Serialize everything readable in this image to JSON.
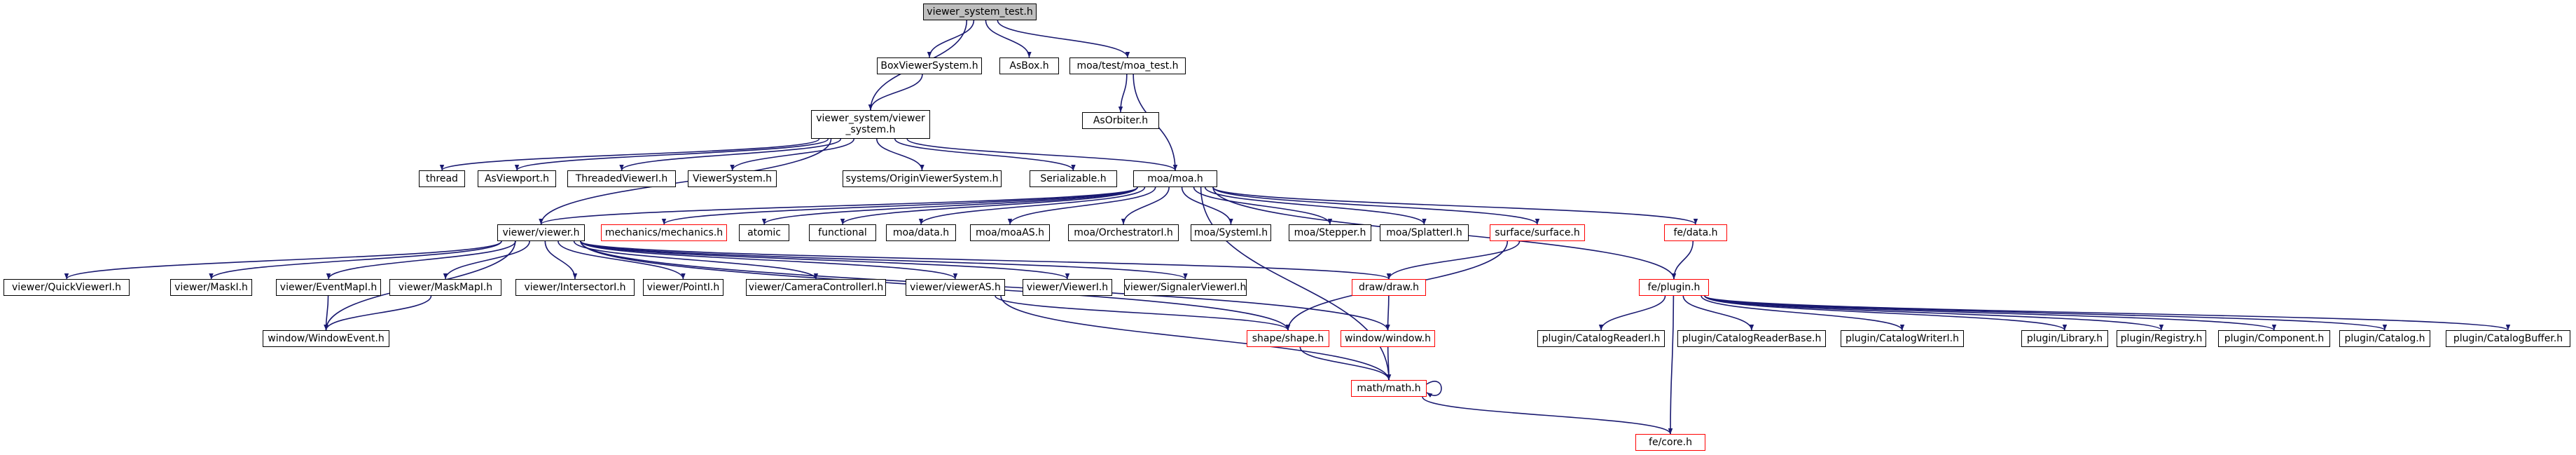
{
  "diagram": {
    "title": "",
    "colors": {
      "edge": "#191970",
      "root_fill": "#bfbfbf",
      "broken_link_border": "#ff0000",
      "external_border": "#bfbfbf"
    },
    "nodes": [
      {
        "id": "viewer_system_test",
        "label": "viewer_system_test.h",
        "kind": "root"
      },
      {
        "id": "BoxViewerSystem",
        "label": "BoxViewerSystem.h",
        "kind": "normal"
      },
      {
        "id": "AsBox",
        "label": "AsBox.h",
        "kind": "normal"
      },
      {
        "id": "moa_test",
        "label": "moa/test/moa_test.h",
        "kind": "normal"
      },
      {
        "id": "AsOrbiter",
        "label": "AsOrbiter.h",
        "kind": "normal"
      },
      {
        "id": "viewer_system",
        "label": "viewer_system/viewer\n_system.h",
        "kind": "normal"
      },
      {
        "id": "thread",
        "label": "thread",
        "kind": "external"
      },
      {
        "id": "AsViewport",
        "label": "AsViewport.h",
        "kind": "normal"
      },
      {
        "id": "ThreadedViewerI",
        "label": "ThreadedViewerI.h",
        "kind": "normal"
      },
      {
        "id": "ViewerSystem",
        "label": "ViewerSystem.h",
        "kind": "normal"
      },
      {
        "id": "OriginViewerSystem",
        "label": "systems/OriginViewerSystem.h",
        "kind": "normal"
      },
      {
        "id": "Serializable",
        "label": "Serializable.h",
        "kind": "normal"
      },
      {
        "id": "moa",
        "label": "moa/moa.h",
        "kind": "normal"
      },
      {
        "id": "viewer",
        "label": "viewer/viewer.h",
        "kind": "normal"
      },
      {
        "id": "mechanics",
        "label": "mechanics/mechanics.h",
        "kind": "red"
      },
      {
        "id": "atomic",
        "label": "atomic",
        "kind": "external"
      },
      {
        "id": "functional",
        "label": "functional",
        "kind": "external"
      },
      {
        "id": "moadata",
        "label": "moa/data.h",
        "kind": "normal"
      },
      {
        "id": "moaAS",
        "label": "moa/moaAS.h",
        "kind": "normal"
      },
      {
        "id": "OrchestratorI",
        "label": "moa/OrchestratorI.h",
        "kind": "normal"
      },
      {
        "id": "SystemI",
        "label": "moa/SystemI.h",
        "kind": "normal"
      },
      {
        "id": "StepperH",
        "label": "moa/Stepper.h",
        "kind": "normal"
      },
      {
        "id": "SplatterI",
        "label": "moa/SplatterI.h",
        "kind": "normal"
      },
      {
        "id": "surface",
        "label": "surface/surface.h",
        "kind": "red"
      },
      {
        "id": "fedata",
        "label": "fe/data.h",
        "kind": "red"
      },
      {
        "id": "QuickViewerI",
        "label": "viewer/QuickViewerI.h",
        "kind": "normal"
      },
      {
        "id": "MaskI",
        "label": "viewer/MaskI.h",
        "kind": "normal"
      },
      {
        "id": "EventMapI",
        "label": "viewer/EventMapI.h",
        "kind": "normal"
      },
      {
        "id": "MaskMapI",
        "label": "viewer/MaskMapI.h",
        "kind": "normal"
      },
      {
        "id": "IntersectorI",
        "label": "viewer/IntersectorI.h",
        "kind": "normal"
      },
      {
        "id": "PointI",
        "label": "viewer/PointI.h",
        "kind": "normal"
      },
      {
        "id": "CameraControllerI",
        "label": "viewer/CameraControllerI.h",
        "kind": "normal"
      },
      {
        "id": "viewerAS",
        "label": "viewer/viewerAS.h",
        "kind": "normal"
      },
      {
        "id": "ViewerI",
        "label": "viewer/ViewerI.h",
        "kind": "normal"
      },
      {
        "id": "SignalerViewerI",
        "label": "viewer/SignalerViewerI.h",
        "kind": "normal"
      },
      {
        "id": "draw",
        "label": "draw/draw.h",
        "kind": "red"
      },
      {
        "id": "plugin",
        "label": "fe/plugin.h",
        "kind": "red"
      },
      {
        "id": "WindowEvent",
        "label": "window/WindowEvent.h",
        "kind": "normal"
      },
      {
        "id": "shape",
        "label": "shape/shape.h",
        "kind": "red"
      },
      {
        "id": "window",
        "label": "window/window.h",
        "kind": "red"
      },
      {
        "id": "CatalogReaderI",
        "label": "plugin/CatalogReaderI.h",
        "kind": "normal"
      },
      {
        "id": "CatalogReaderBase",
        "label": "plugin/CatalogReaderBase.h",
        "kind": "normal"
      },
      {
        "id": "CatalogWriterI",
        "label": "plugin/CatalogWriterI.h",
        "kind": "normal"
      },
      {
        "id": "Library",
        "label": "plugin/Library.h",
        "kind": "normal"
      },
      {
        "id": "Registry",
        "label": "plugin/Registry.h",
        "kind": "normal"
      },
      {
        "id": "Component",
        "label": "plugin/Component.h",
        "kind": "normal"
      },
      {
        "id": "Catalog",
        "label": "plugin/Catalog.h",
        "kind": "normal"
      },
      {
        "id": "CatalogBuffer",
        "label": "plugin/CatalogBuffer.h",
        "kind": "normal"
      },
      {
        "id": "math",
        "label": "math/math.h",
        "kind": "red"
      },
      {
        "id": "fecore",
        "label": "fe/core.h",
        "kind": "red"
      }
    ],
    "edges": [
      [
        "viewer_system_test",
        "BoxViewerSystem"
      ],
      [
        "viewer_system_test",
        "AsBox"
      ],
      [
        "viewer_system_test",
        "moa_test"
      ],
      [
        "viewer_system_test",
        "viewer_system"
      ],
      [
        "BoxViewerSystem",
        "viewer_system"
      ],
      [
        "moa_test",
        "AsOrbiter"
      ],
      [
        "moa_test",
        "moa"
      ],
      [
        "viewer_system",
        "thread"
      ],
      [
        "viewer_system",
        "AsViewport"
      ],
      [
        "viewer_system",
        "ThreadedViewerI"
      ],
      [
        "viewer_system",
        "ViewerSystem"
      ],
      [
        "viewer_system",
        "OriginViewerSystem"
      ],
      [
        "viewer_system",
        "Serializable"
      ],
      [
        "viewer_system",
        "moa"
      ],
      [
        "viewer_system",
        "viewer"
      ],
      [
        "moa",
        "viewer"
      ],
      [
        "moa",
        "mechanics"
      ],
      [
        "moa",
        "atomic"
      ],
      [
        "moa",
        "functional"
      ],
      [
        "moa",
        "moadata"
      ],
      [
        "moa",
        "moaAS"
      ],
      [
        "moa",
        "OrchestratorI"
      ],
      [
        "moa",
        "SystemI"
      ],
      [
        "moa",
        "StepperH"
      ],
      [
        "moa",
        "SplatterI"
      ],
      [
        "moa",
        "surface"
      ],
      [
        "moa",
        "fedata"
      ],
      [
        "moa",
        "plugin"
      ],
      [
        "moa",
        "math"
      ],
      [
        "viewer",
        "QuickViewerI"
      ],
      [
        "viewer",
        "MaskI"
      ],
      [
        "viewer",
        "EventMapI"
      ],
      [
        "viewer",
        "MaskMapI"
      ],
      [
        "viewer",
        "IntersectorI"
      ],
      [
        "viewer",
        "PointI"
      ],
      [
        "viewer",
        "CameraControllerI"
      ],
      [
        "viewer",
        "viewerAS"
      ],
      [
        "viewer",
        "ViewerI"
      ],
      [
        "viewer",
        "SignalerViewerI"
      ],
      [
        "viewer",
        "draw"
      ],
      [
        "viewer",
        "WindowEvent"
      ],
      [
        "viewer",
        "shape"
      ],
      [
        "viewer",
        "window"
      ],
      [
        "EventMapI",
        "WindowEvent"
      ],
      [
        "MaskMapI",
        "WindowEvent"
      ],
      [
        "viewerAS",
        "shape"
      ],
      [
        "viewerAS",
        "math"
      ],
      [
        "surface",
        "draw"
      ],
      [
        "surface",
        "shape"
      ],
      [
        "draw",
        "window"
      ],
      [
        "window",
        "math"
      ],
      [
        "shape",
        "math"
      ],
      [
        "fedata",
        "plugin"
      ],
      [
        "plugin",
        "CatalogReaderI"
      ],
      [
        "plugin",
        "CatalogReaderBase"
      ],
      [
        "plugin",
        "CatalogWriterI"
      ],
      [
        "plugin",
        "Library"
      ],
      [
        "plugin",
        "Registry"
      ],
      [
        "plugin",
        "Component"
      ],
      [
        "plugin",
        "Catalog"
      ],
      [
        "plugin",
        "CatalogBuffer"
      ],
      [
        "plugin",
        "fecore"
      ],
      [
        "math",
        "fecore"
      ],
      [
        "math",
        "math"
      ]
    ]
  }
}
